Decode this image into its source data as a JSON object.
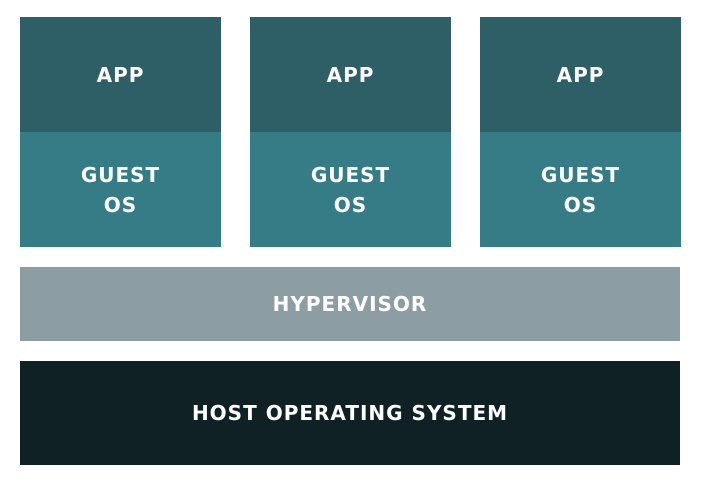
{
  "colors": {
    "app": "#2e5f66",
    "guest_os": "#357c86",
    "hypervisor": "#8c9ea4",
    "host": "#102126",
    "text": "#ffffff"
  },
  "stacks": [
    {
      "app": "APP",
      "guest_line1": "GUEST",
      "guest_line2": "OS"
    },
    {
      "app": "APP",
      "guest_line1": "GUEST",
      "guest_line2": "OS"
    },
    {
      "app": "APP",
      "guest_line1": "GUEST",
      "guest_line2": "OS"
    }
  ],
  "hypervisor": {
    "label": "HYPERVISOR"
  },
  "host": {
    "label": "HOST OPERATING SYSTEM"
  }
}
